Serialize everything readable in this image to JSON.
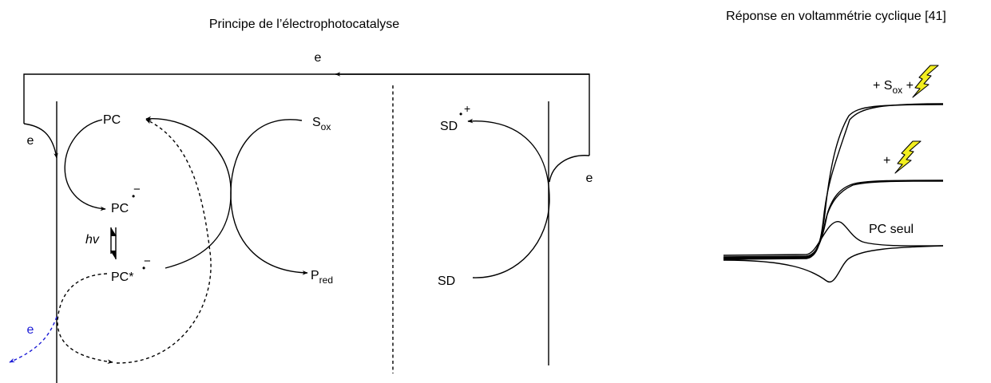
{
  "titles": {
    "left": "Principe de l’électrophotocatalyse",
    "right": "Réponse en voltammétrie cyclique [41]"
  },
  "species": {
    "pc": "PC",
    "pc_anion": "PC",
    "pc_anion_mark": "•",
    "pc_anion_charge": "−",
    "pc_excited": "PC*",
    "pc_excited_mark": "•",
    "pc_excited_charge": "−",
    "s": "S",
    "s_sub": "ox",
    "p": "P",
    "p_sub": "red",
    "sd_plus": "SD",
    "sd_plus_mark": "•",
    "sd_plus_charge": "+",
    "sd": "SD"
  },
  "labels": {
    "electron_top": "e",
    "electron_left": "e",
    "electron_right": "e",
    "electron_blue": "e",
    "hv": "hv"
  },
  "cv": {
    "curve1_prefix": "+ S",
    "curve1_sub": "ox",
    "curve1_suffix": " +",
    "curve1_icon": "lightning-icon",
    "curve2_prefix": "+",
    "curve2_icon": "lightning-icon",
    "curve3_label": "PC seul"
  },
  "colors": {
    "line": "#000000",
    "electron_loss": "#1a1ad6",
    "lightning_fill": "#f2ee20",
    "lightning_stroke": "#000000"
  }
}
